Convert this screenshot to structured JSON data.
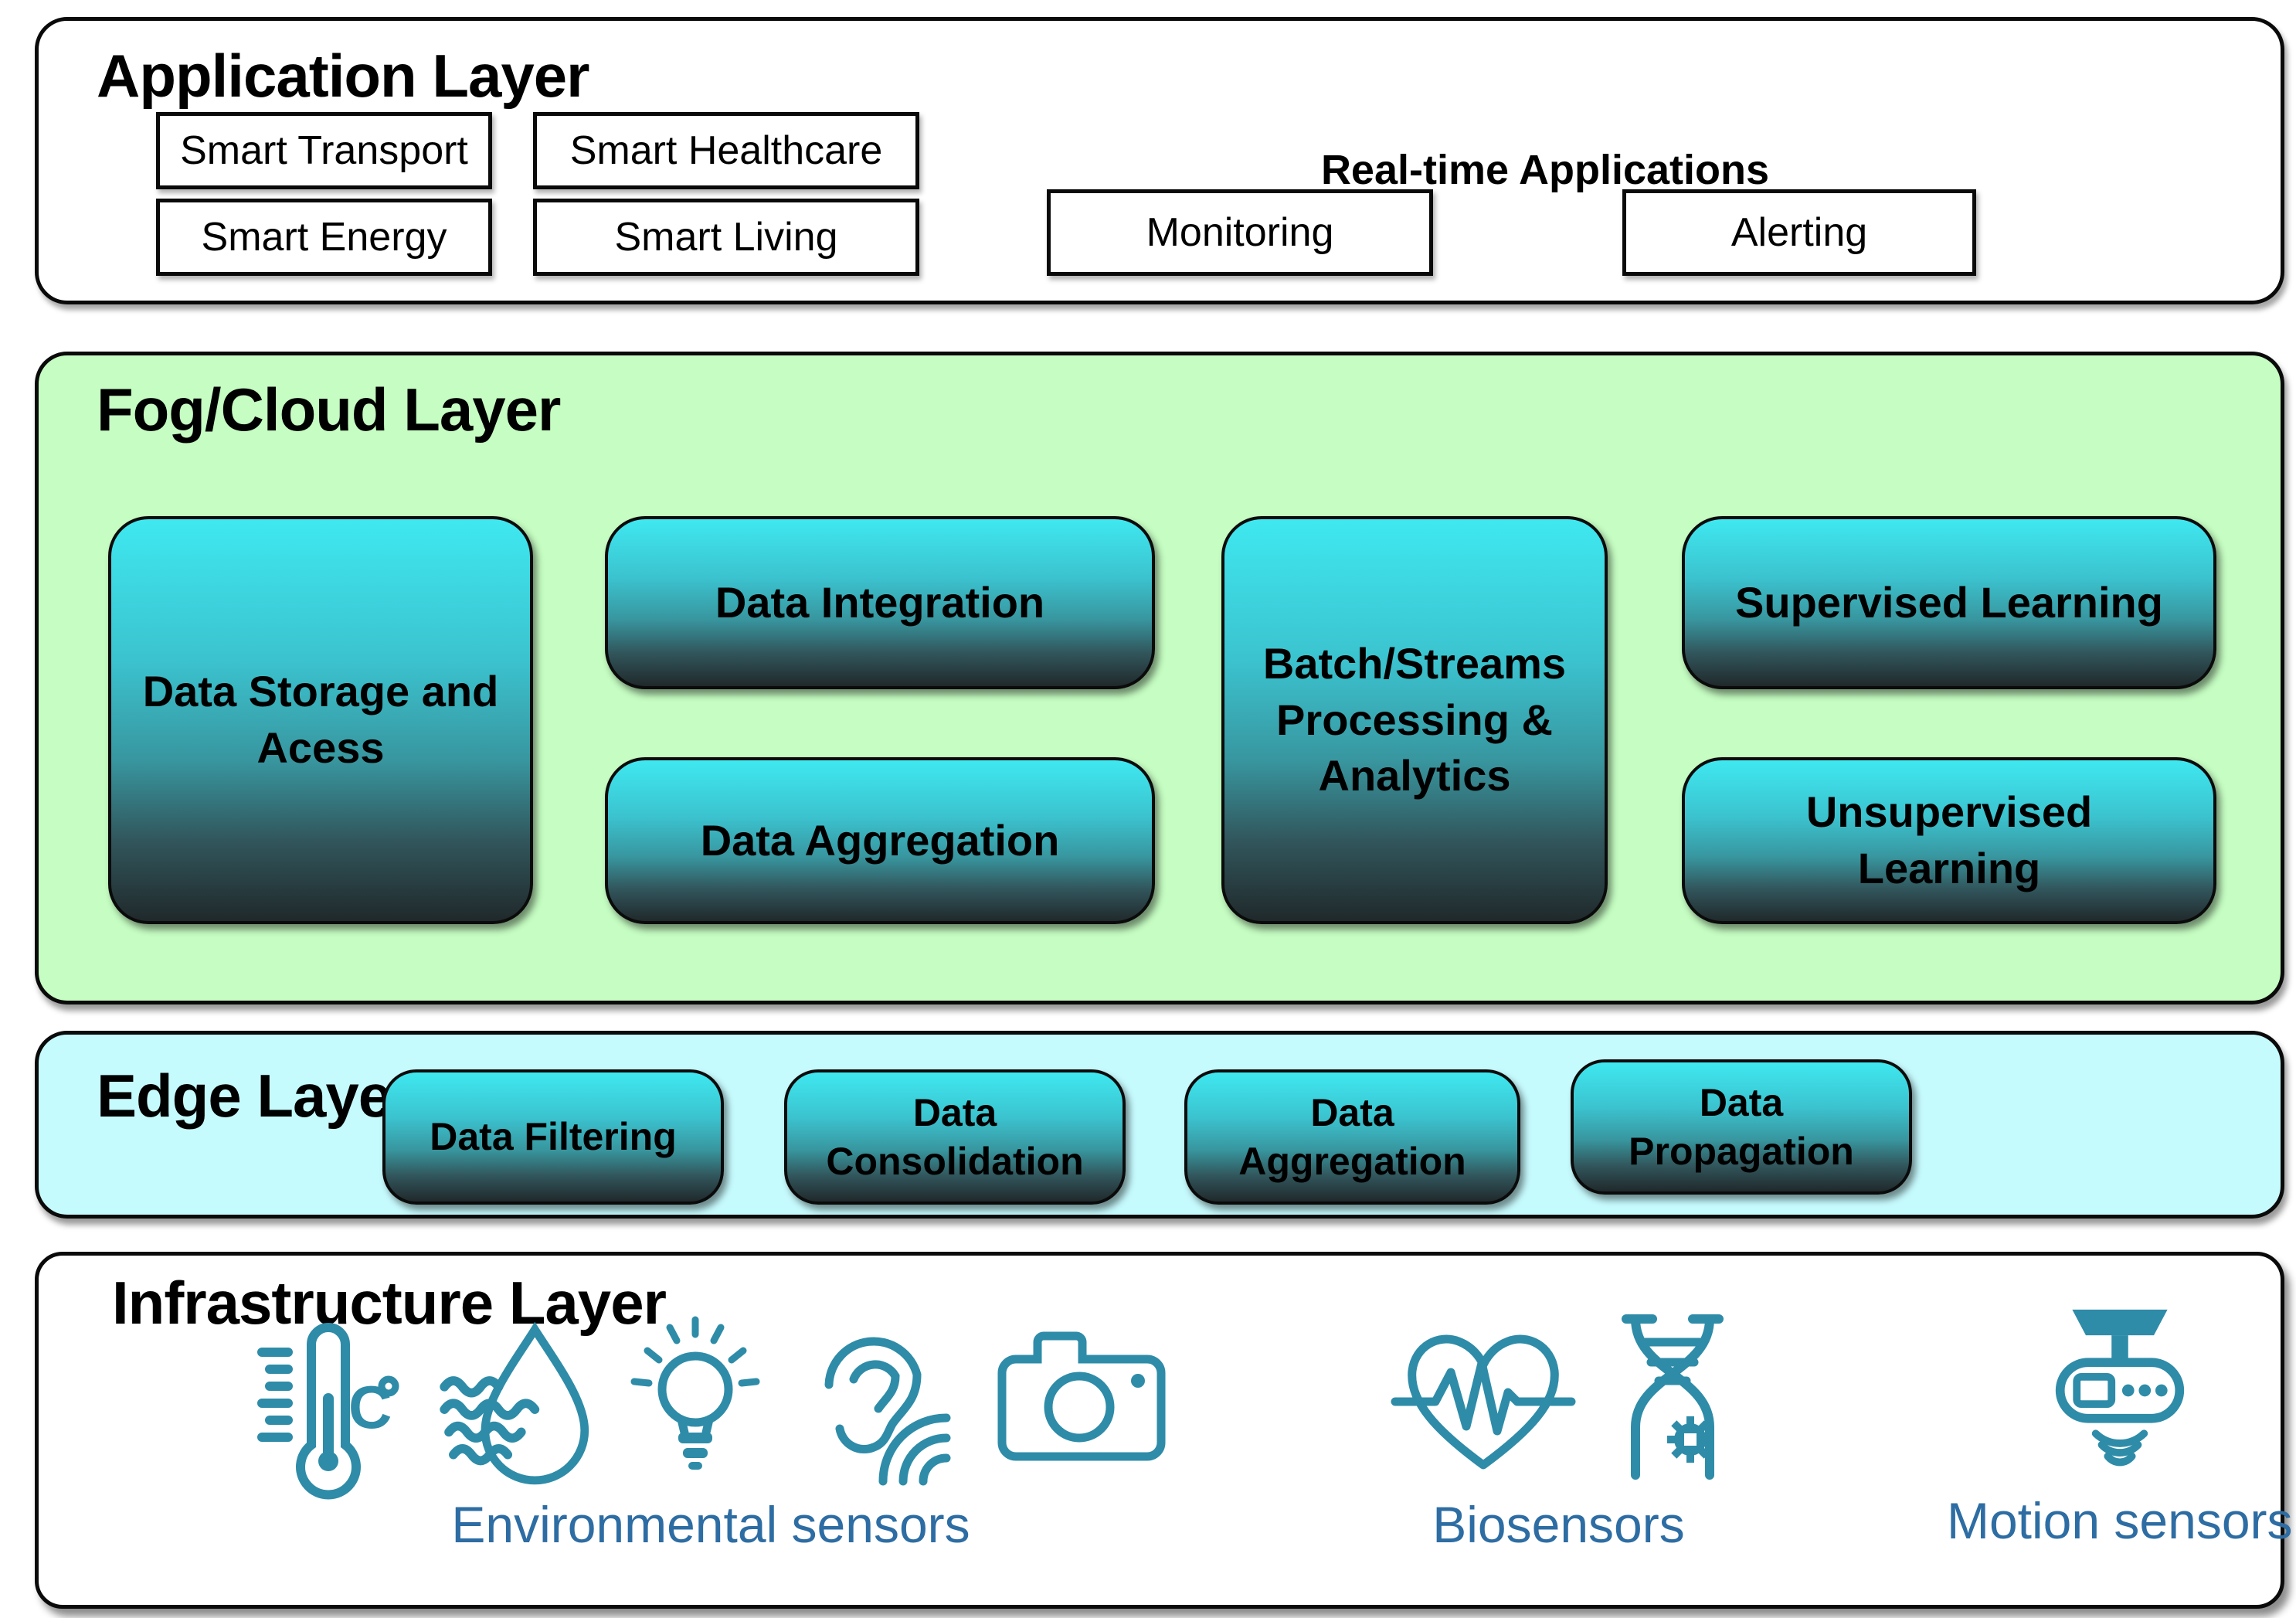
{
  "application": {
    "title": "Application Layer",
    "smart_transport": "Smart Transport",
    "smart_healthcare": "Smart Healthcare",
    "smart_energy": "Smart Energy",
    "smart_living": "Smart Living",
    "realtime_title": "Real-time Applications",
    "monitoring": "Monitoring",
    "alerting": "Alerting"
  },
  "fog_cloud": {
    "title": "Fog/Cloud Layer",
    "data_storage": "Data Storage and Acess",
    "data_integration": "Data Integration",
    "data_aggregation": "Data Aggregation",
    "batch_streams": "Batch/Streams Processing & Analytics",
    "supervised": "Supervised Learning",
    "unsupervised": "Unsupervised Learning"
  },
  "edge": {
    "title": "Edge Layer",
    "data_filtering": "Data Filtering",
    "data_consolidation": "Data Consolidation",
    "data_aggregation": "Data Aggregation",
    "data_propagation": "Data Propagation"
  },
  "infrastructure": {
    "title": "Infrastructure Layer",
    "environmental_label": "Environmental sensors",
    "biosensors_label": "Biosensors",
    "motion_label": "Motion sensors",
    "icons": {
      "environmental": [
        "thermometer-icon",
        "humidity-icon",
        "light-bulb-icon",
        "ear-icon",
        "camera-icon"
      ],
      "biosensors": [
        "heart-pulse-icon",
        "dna-icon"
      ],
      "motion": [
        "motion-sensor-icon"
      ]
    }
  },
  "colors": {
    "fog_layer_bg": "#c5fdc2",
    "edge_layer_bg": "#c6fbfe",
    "box_gradient_top": "#3fe8f0",
    "box_gradient_bottom": "#20292b",
    "icon_teal": "#2e8ca8",
    "sensor_label_blue": "#2d6da3"
  }
}
